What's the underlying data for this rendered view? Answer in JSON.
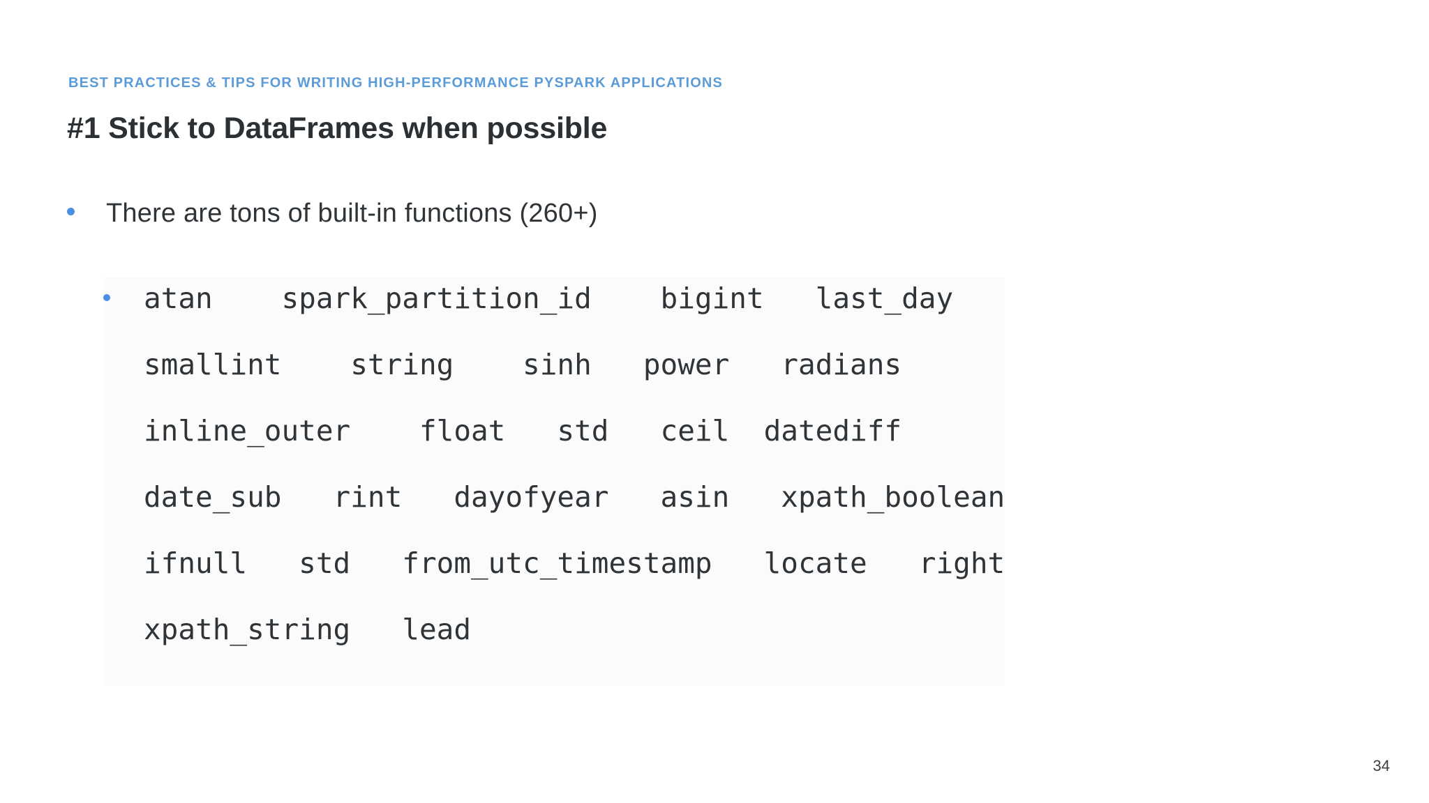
{
  "slide": {
    "eyebrow": "BEST PRACTICES & TIPS FOR WRITING HIGH-PERFORMANCE PYSPARK APPLICATIONS",
    "title": "#1 Stick to DataFrames when possible",
    "page_number": "34",
    "accent_color": "#5b9bd8",
    "bullet_color": "#4a90e2",
    "text_color": "#2f3438",
    "background_color": "#ffffff"
  },
  "bullets": [
    {
      "level": 1,
      "text": "There are tons of built-in functions (260+)"
    }
  ],
  "function_list": {
    "rows": [
      {
        "marker": true,
        "text": "atan    spark_partition_id    bigint   last_day",
        "items": [
          "atan",
          "spark_partition_id",
          "bigint",
          "last_day"
        ]
      },
      {
        "marker": false,
        "text": "smallint    string    sinh   power   radians",
        "items": [
          "smallint",
          "string",
          "sinh",
          "power",
          "radians"
        ]
      },
      {
        "marker": false,
        "text": "inline_outer    float   std   ceil  datediff",
        "items": [
          "inline_outer",
          "float",
          "std",
          "ceil",
          "datediff"
        ]
      },
      {
        "marker": false,
        "text": "date_sub   rint   dayofyear   asin   xpath_boolean",
        "items": [
          "date_sub",
          "rint",
          "dayofyear",
          "asin",
          "xpath_boolean"
        ]
      },
      {
        "marker": false,
        "text": "ifnull   std   from_utc_timestamp   locate   right",
        "items": [
          "ifnull",
          "std",
          "from_utc_timestamp",
          "locate",
          "right"
        ]
      },
      {
        "marker": false,
        "text": "xpath_string   lead",
        "items": [
          "xpath_string",
          "lead"
        ]
      }
    ]
  }
}
